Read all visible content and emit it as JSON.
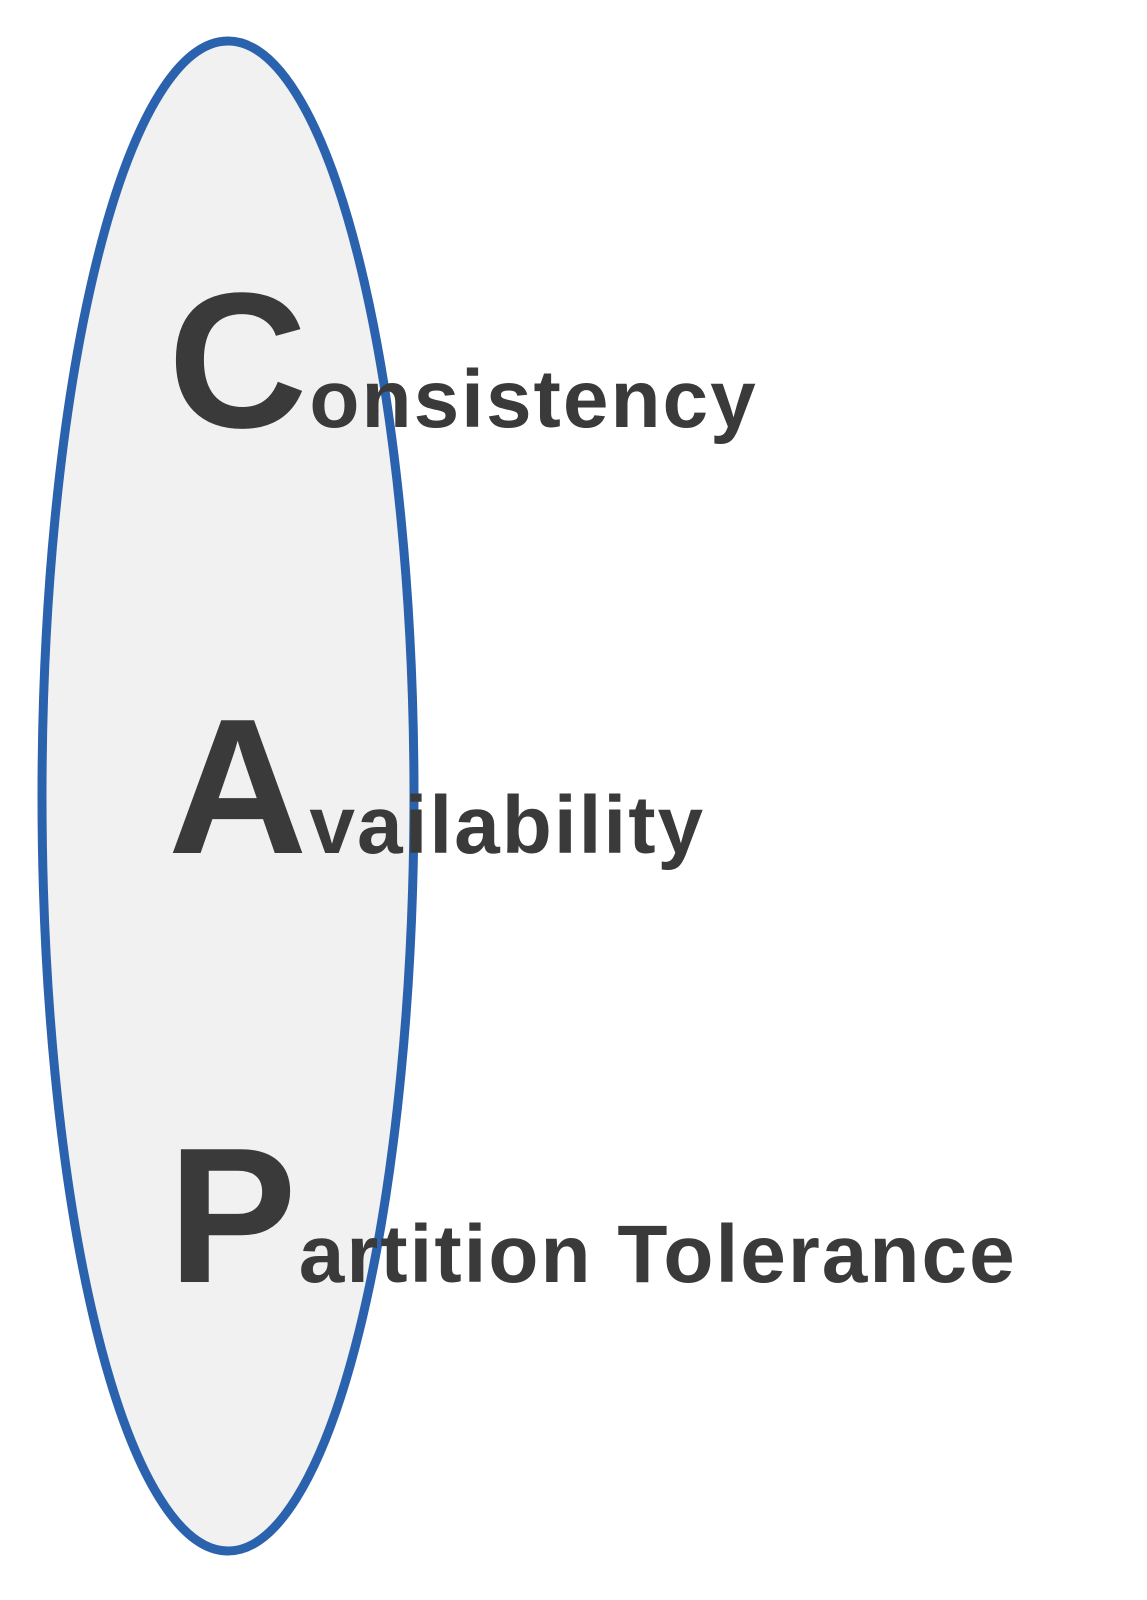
{
  "diagram": {
    "items": [
      {
        "letter": "C",
        "rest": "onsistency",
        "full": "Consistency"
      },
      {
        "letter": "A",
        "rest": "vailability",
        "full": "Availability"
      },
      {
        "letter": "P",
        "rest": "artition Tolerance",
        "full": "Partition Tolerance"
      }
    ]
  },
  "colors": {
    "background": "#ffffff",
    "ellipse_fill": "#f1f1f1",
    "ellipse_stroke": "#2b62ae",
    "text": "#3a3a3a"
  }
}
